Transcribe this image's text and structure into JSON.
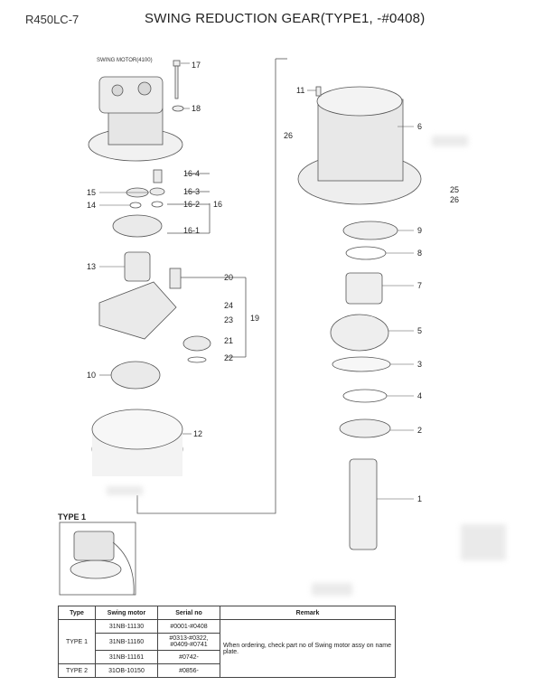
{
  "header": {
    "model": "R450LC-7",
    "title": "SWING REDUCTION GEAR(TYPE1, -#0408)"
  },
  "labels": {
    "swing_motor": "SWING MOTOR(4100)",
    "type1": "TYPE 1",
    "parts": [
      "17",
      "18",
      "16-4",
      "16-3",
      "16-2",
      "16",
      "16-1",
      "15",
      "14",
      "13",
      "20",
      "24",
      "23",
      "19",
      "21",
      "22",
      "10",
      "12",
      "11",
      "6",
      "26",
      "25",
      "26",
      "9",
      "8",
      "7",
      "5",
      "3",
      "4",
      "2",
      "1"
    ]
  },
  "table": {
    "headers": [
      "Type",
      "Swing motor",
      "Serial no",
      "Remark"
    ],
    "rows": [
      {
        "type": "TYPE 1",
        "motor": "31NB-11130",
        "serial": "#0001-#0408"
      },
      {
        "type": "",
        "motor": "31NB-11160",
        "serial": "#0313-#0322, #0409-#0741"
      },
      {
        "type": "",
        "motor": "31NB-11161",
        "serial": "#0742-"
      },
      {
        "type": "TYPE 2",
        "motor": "31OB-10150",
        "serial": "#0856-"
      }
    ],
    "remark": "When ordering, check part no of Swing motor assy on name plate."
  }
}
